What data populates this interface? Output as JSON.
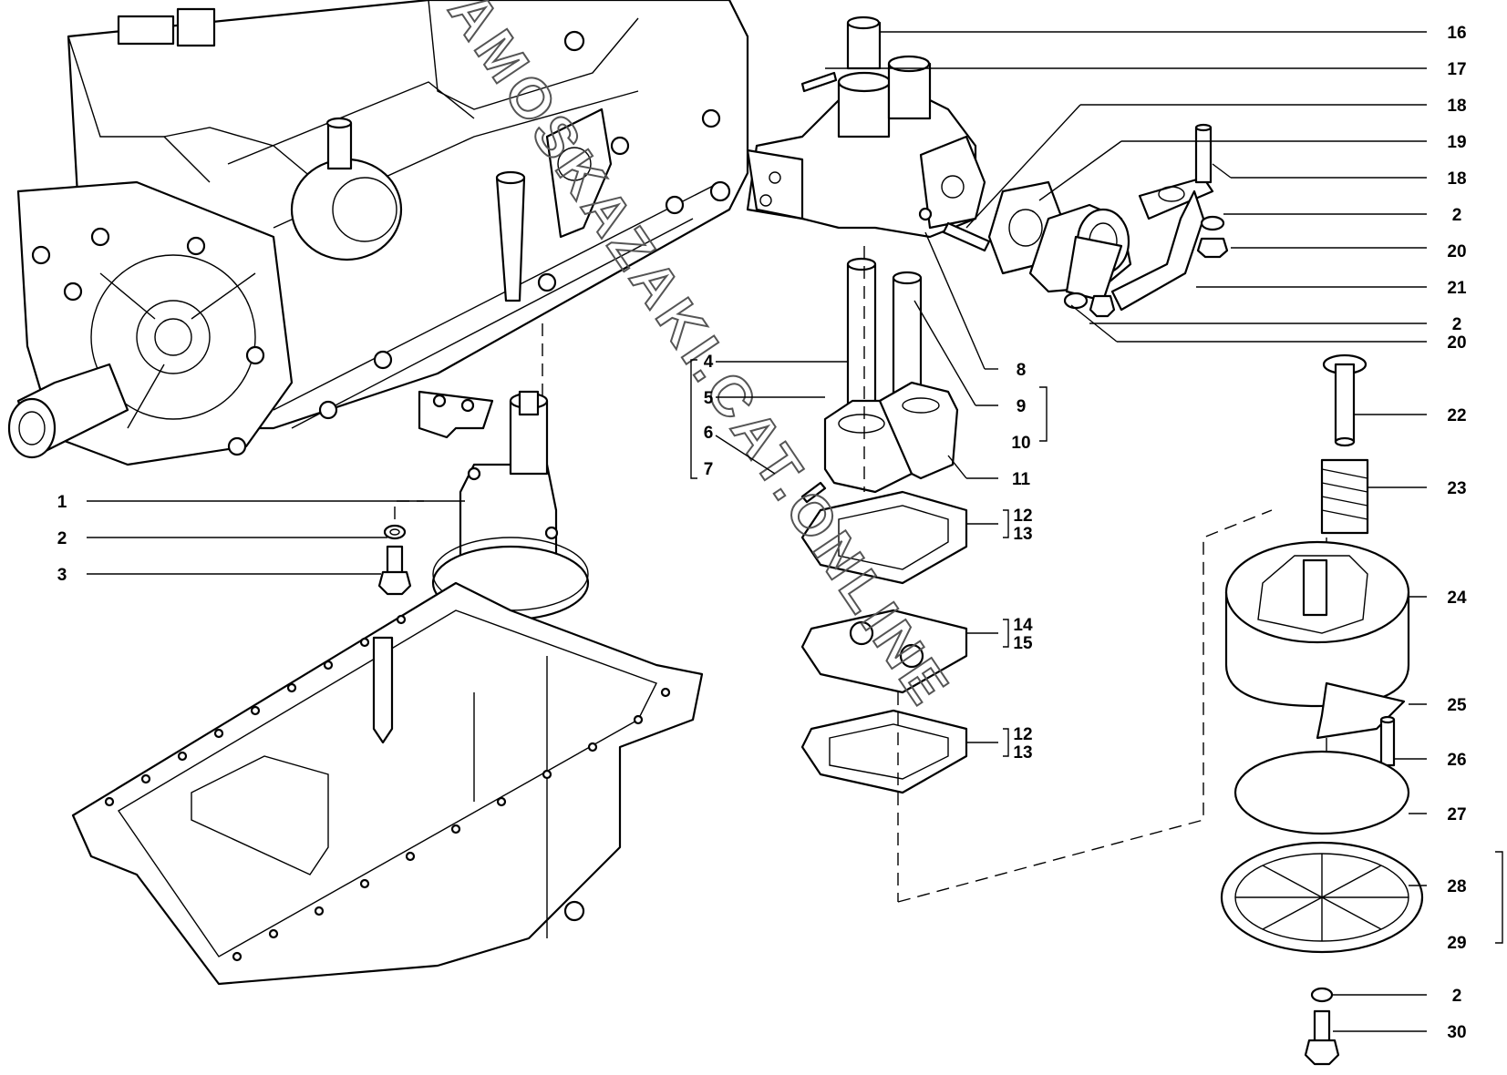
{
  "diagram": {
    "watermark": "AMOSKAZAKI.CAT.ONLINE",
    "callouts": [
      "16",
      "17",
      "18",
      "19",
      "18",
      "2",
      "20",
      "21",
      "2",
      "20",
      "8",
      "9",
      "10",
      "11",
      "4",
      "5",
      "6",
      "7",
      "12",
      "13",
      "14",
      "15",
      "12",
      "13",
      "22",
      "23",
      "24",
      "25",
      "26",
      "27",
      "28",
      "29",
      "2",
      "30",
      "1",
      "2",
      "3"
    ]
  }
}
